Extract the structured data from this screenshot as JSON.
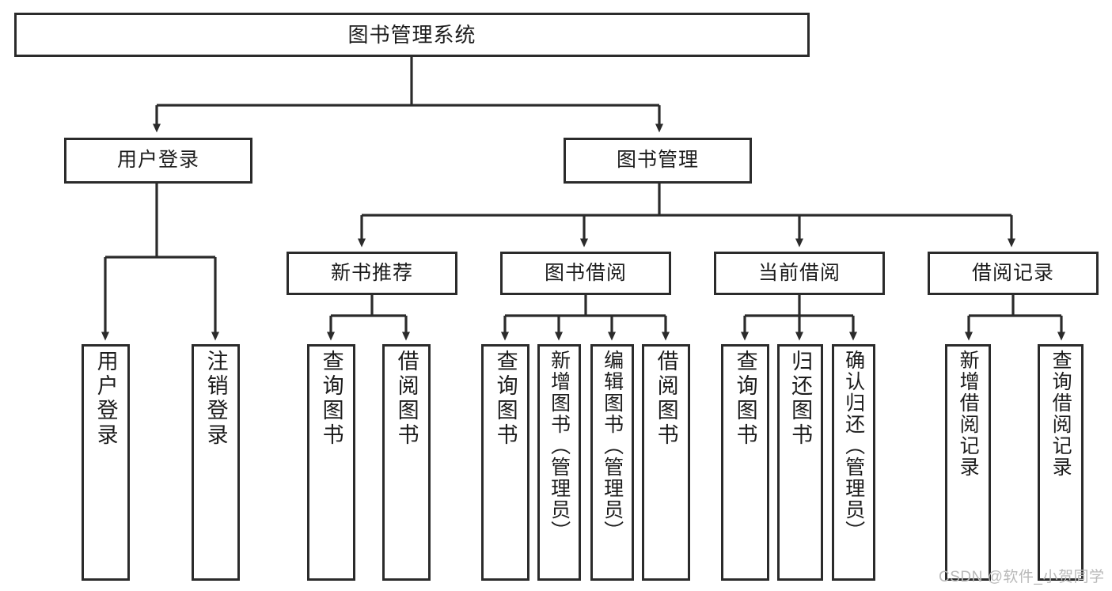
{
  "diagram": {
    "title": "图书管理系统",
    "type": "tree",
    "watermark": "CSDN @软件_小贺同学",
    "colors": {
      "box_border": "#2b2b2b",
      "box_fill": "#ffffff",
      "edge": "#2b2b2b",
      "text": "#1c1c1c",
      "watermark": "#b9b9b9",
      "background": "#ffffff"
    },
    "levels": {
      "root": "图书管理系统",
      "level1": [
        "用户登录",
        "图书管理"
      ],
      "level2": [
        "新书推荐",
        "图书借阅",
        "当前借阅",
        "借阅记录"
      ]
    },
    "nodes": {
      "root": {
        "label": "图书管理系统"
      },
      "user_login": {
        "label": "用户登录"
      },
      "book_manage": {
        "label": "图书管理"
      },
      "new_book_rec": {
        "label": "新书推荐"
      },
      "book_borrow": {
        "label": "图书借阅"
      },
      "current_borrow": {
        "label": "当前借阅"
      },
      "borrow_record": {
        "label": "借阅记录"
      },
      "leaf_user_login": {
        "label": "用户登录"
      },
      "leaf_user_logout": {
        "label": "注销登录"
      },
      "leaf_rec_query": {
        "label": "查询图书"
      },
      "leaf_rec_borrow": {
        "label": "借阅图书"
      },
      "leaf_borrow_query": {
        "label": "查询图书"
      },
      "leaf_borrow_add": {
        "label": "新增图书（管理员）"
      },
      "leaf_borrow_edit": {
        "label": "编辑图书（管理员）"
      },
      "leaf_borrow_borrow": {
        "label": "借阅图书"
      },
      "leaf_cur_query": {
        "label": "查询图书"
      },
      "leaf_cur_return": {
        "label": "归还图书"
      },
      "leaf_cur_confirm": {
        "label": "确认归还（管理员）"
      },
      "leaf_rec_add": {
        "label": "新增借阅记录"
      },
      "leaf_rec_search": {
        "label": "查询借阅记录"
      }
    },
    "edges": [
      {
        "from": "root",
        "to": "user_login"
      },
      {
        "from": "root",
        "to": "book_manage"
      },
      {
        "from": "user_login",
        "to": "leaf_user_login"
      },
      {
        "from": "user_login",
        "to": "leaf_user_logout"
      },
      {
        "from": "book_manage",
        "to": "new_book_rec"
      },
      {
        "from": "book_manage",
        "to": "book_borrow"
      },
      {
        "from": "book_manage",
        "to": "current_borrow"
      },
      {
        "from": "book_manage",
        "to": "borrow_record"
      },
      {
        "from": "new_book_rec",
        "to": "leaf_rec_query"
      },
      {
        "from": "new_book_rec",
        "to": "leaf_rec_borrow"
      },
      {
        "from": "book_borrow",
        "to": "leaf_borrow_query"
      },
      {
        "from": "book_borrow",
        "to": "leaf_borrow_add"
      },
      {
        "from": "book_borrow",
        "to": "leaf_borrow_edit"
      },
      {
        "from": "book_borrow",
        "to": "leaf_borrow_borrow"
      },
      {
        "from": "current_borrow",
        "to": "leaf_cur_query"
      },
      {
        "from": "current_borrow",
        "to": "leaf_cur_return"
      },
      {
        "from": "current_borrow",
        "to": "leaf_cur_confirm"
      },
      {
        "from": "borrow_record",
        "to": "leaf_rec_add"
      },
      {
        "from": "borrow_record",
        "to": "leaf_rec_search"
      }
    ]
  }
}
